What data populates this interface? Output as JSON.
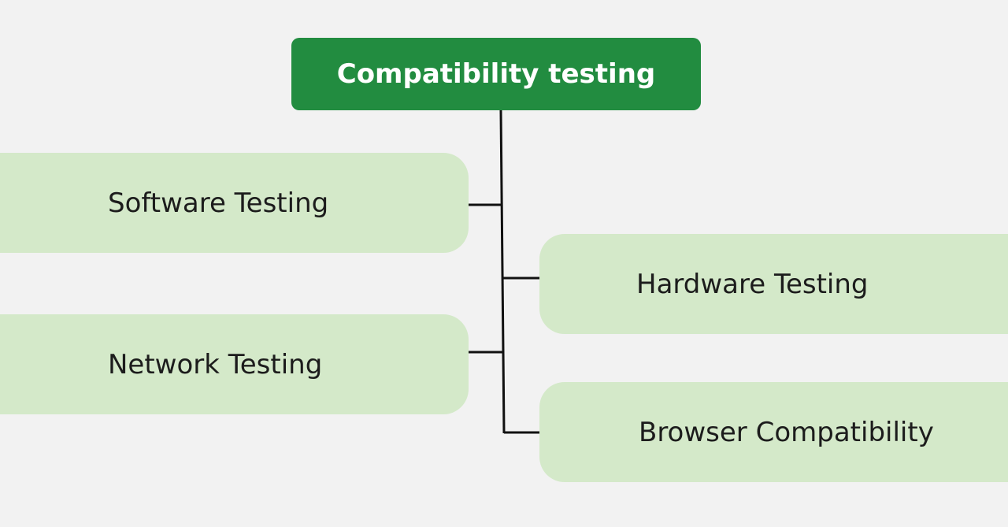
{
  "root": {
    "label": "Compatibility testing"
  },
  "children": [
    {
      "label": "Software Testing",
      "side": "left"
    },
    {
      "label": "Hardware Testing",
      "side": "right"
    },
    {
      "label": "Network Testing",
      "side": "left"
    },
    {
      "label": "Browser Compatibility",
      "side": "right"
    }
  ],
  "colors": {
    "root": "#228c40",
    "node": "#d4e9c9",
    "background": "#f2f2f2",
    "connector": "#111111"
  }
}
